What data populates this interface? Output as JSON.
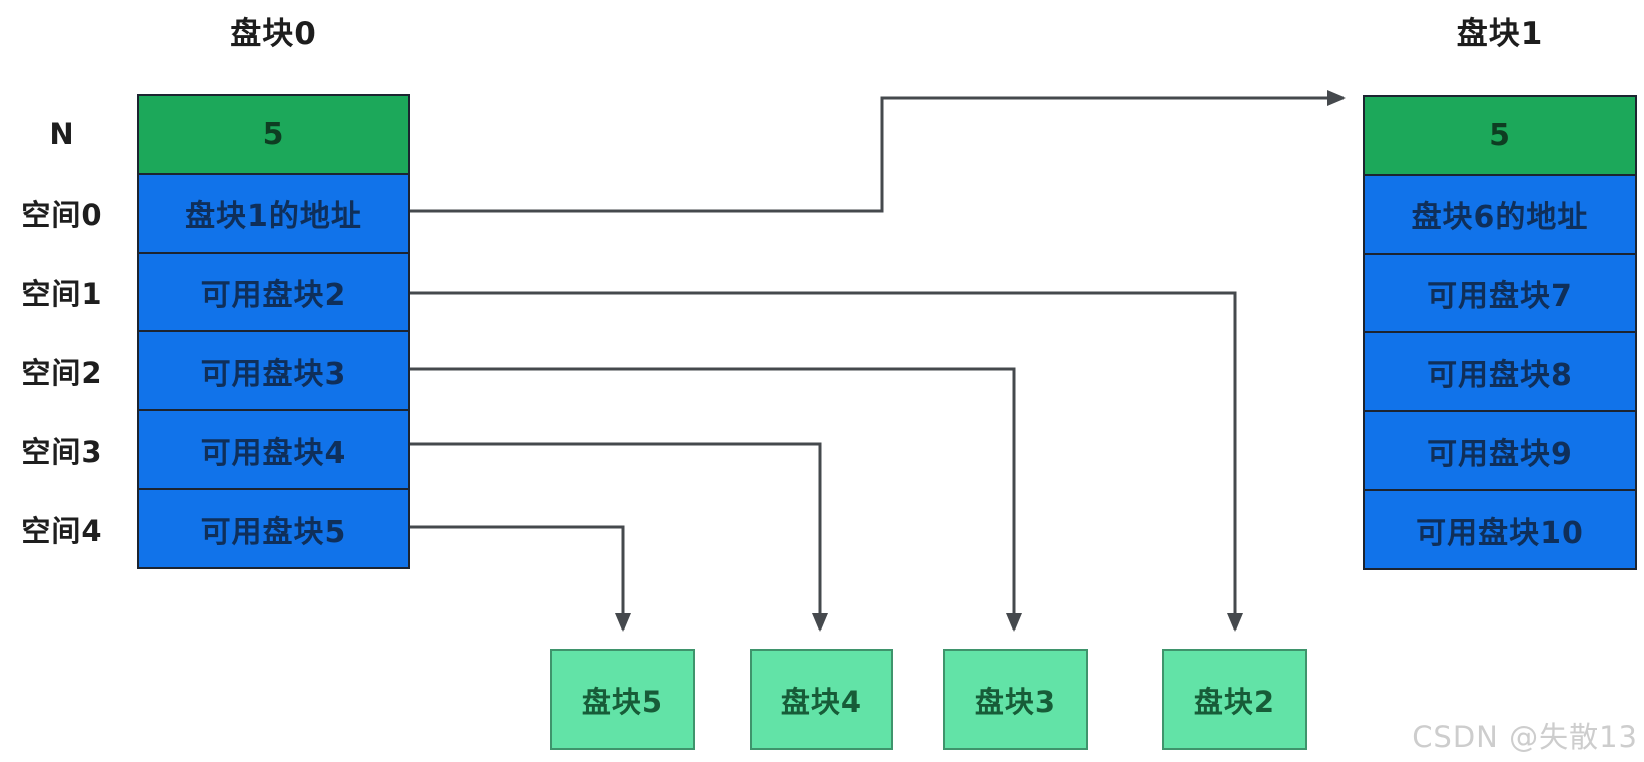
{
  "diagram": {
    "title_left": "盘块0",
    "title_right": "盘块1",
    "row_labels": [
      "N",
      "空间0",
      "空间1",
      "空间2",
      "空间3",
      "空间4"
    ],
    "left_block": {
      "count": "5",
      "rows": [
        "盘块1的地址",
        "可用盘块2",
        "可用盘块3",
        "可用盘块4",
        "可用盘块5"
      ]
    },
    "right_block": {
      "count": "5",
      "rows": [
        "盘块6的地址",
        "可用盘块7",
        "可用盘块8",
        "可用盘块9",
        "可用盘块10"
      ]
    },
    "free_blocks": [
      "盘块5",
      "盘块4",
      "盘块3",
      "盘块2"
    ],
    "watermark": "CSDN @失散13",
    "colors": {
      "header_green": "#1ca85a",
      "row_blue": "#1173ea",
      "free_block_fill": "#62e3a7",
      "free_block_border": "#3f946c",
      "arrow": "#45494d",
      "watermark_gray": "#cdcdcd"
    }
  }
}
